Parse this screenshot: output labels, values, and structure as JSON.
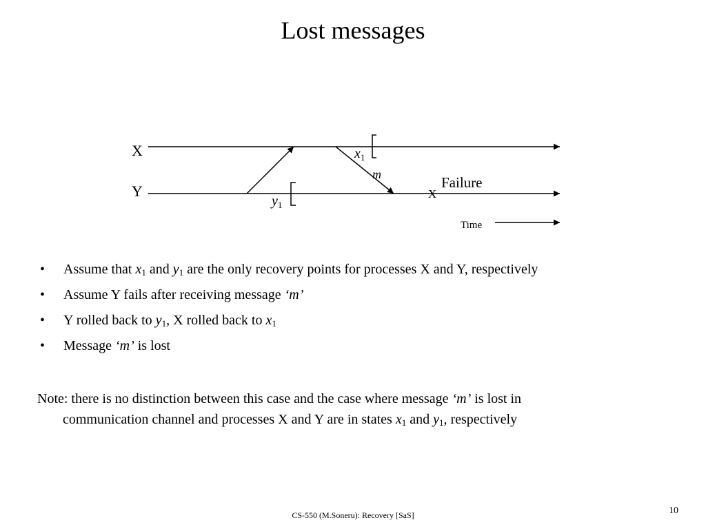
{
  "slide": {
    "title": "Lost messages",
    "footer": "CS-550 (M.Soneru): Recovery [SaS]",
    "page_number": "10"
  },
  "diagram": {
    "process_x": "X",
    "process_y": "Y",
    "checkpoint_x": {
      "var": "x",
      "sub": "1"
    },
    "checkpoint_y": {
      "var": "y",
      "sub": "1"
    },
    "message_label": "m",
    "failure_label": "Failure",
    "failure_mark": "X",
    "time_label": "Time"
  },
  "bullets": [
    {
      "segments": [
        {
          "text": "Assume that "
        },
        {
          "text": "x",
          "style": "italic"
        },
        {
          "text": "1",
          "style": "sub"
        },
        {
          "text": " and "
        },
        {
          "text": "y",
          "style": "italic"
        },
        {
          "text": "1",
          "style": "sub"
        },
        {
          "text": " are the only recovery points for processes X and Y, respectively"
        }
      ]
    },
    {
      "segments": [
        {
          "text": "Assume Y fails after receiving message "
        },
        {
          "text": "‘m’",
          "style": "italic"
        }
      ]
    },
    {
      "segments": [
        {
          "text": "Y rolled back to "
        },
        {
          "text": "y",
          "style": "italic"
        },
        {
          "text": "1",
          "style": "sub"
        },
        {
          "text": ", X rolled back to "
        },
        {
          "text": "x",
          "style": "italic"
        },
        {
          "text": "1",
          "style": "sub"
        }
      ]
    },
    {
      "segments": [
        {
          "text": "Message "
        },
        {
          "text": "‘m’",
          "style": "italic"
        },
        {
          "text": " is lost"
        }
      ]
    }
  ],
  "note": {
    "line1": [
      {
        "text": "Note: there is no distinction between this case and the case where message "
      },
      {
        "text": "‘m’",
        "style": "italic"
      },
      {
        "text": " is lost in"
      }
    ],
    "line2": [
      {
        "text": "communication channel and processes X and Y are in states "
      },
      {
        "text": "x",
        "style": "italic"
      },
      {
        "text": "1",
        "style": "sub"
      },
      {
        "text": " and "
      },
      {
        "text": "y",
        "style": "italic"
      },
      {
        "text": "1",
        "style": "sub"
      },
      {
        "text": ", respectively"
      }
    ]
  }
}
